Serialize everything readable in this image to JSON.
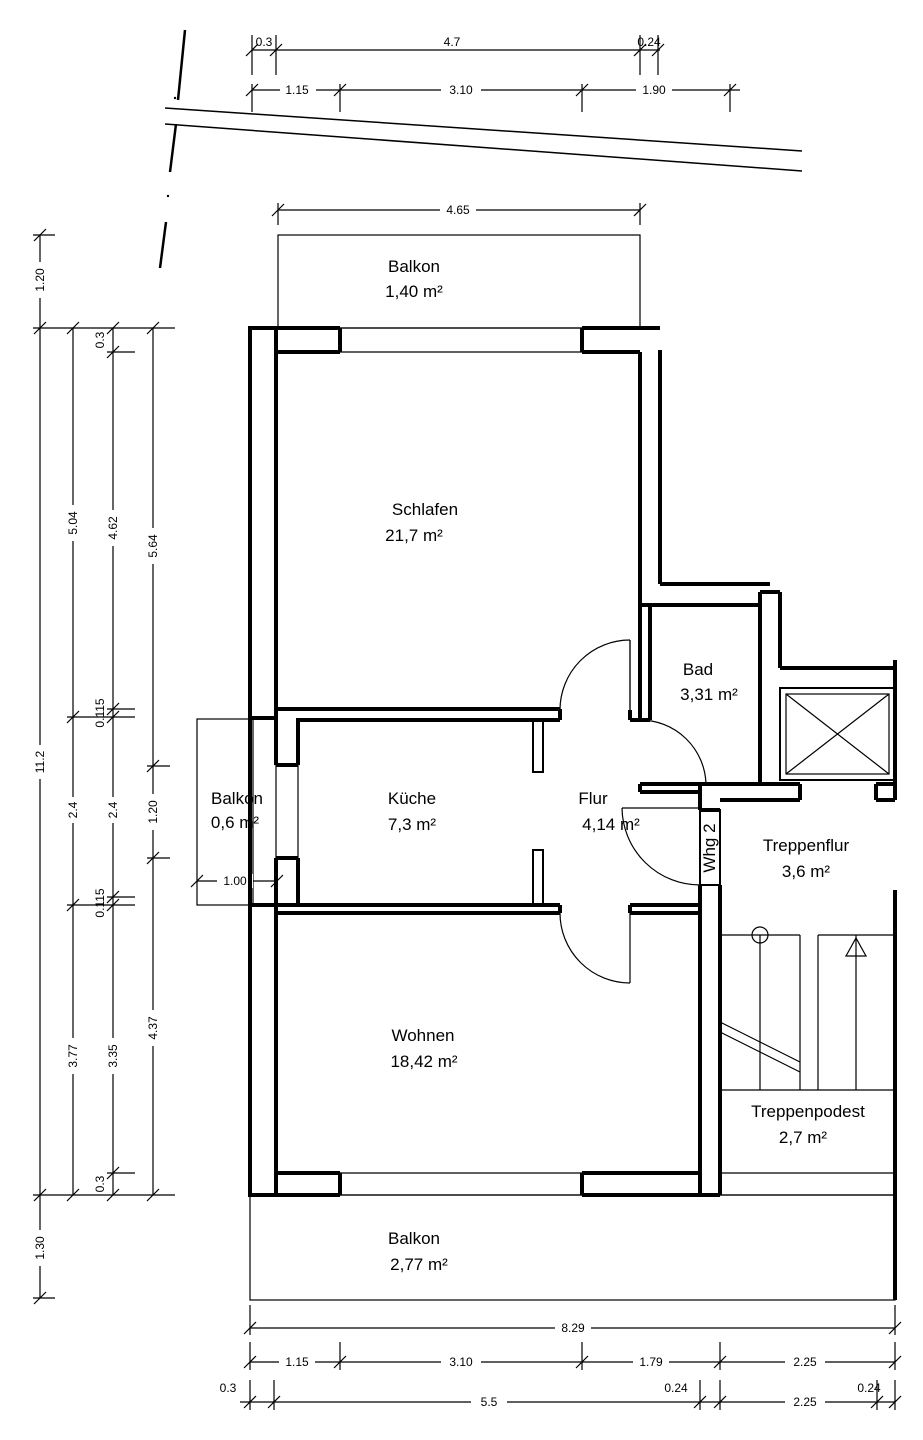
{
  "rooms": {
    "balkon_top": {
      "name": "Balkon",
      "area": "1,40 m²"
    },
    "schlafen": {
      "name": "Schlafen",
      "area": "21,7 m²"
    },
    "bad": {
      "name": "Bad",
      "area": "3,31 m²"
    },
    "balkon_left": {
      "name": "Balkon",
      "area": "0,6 m²"
    },
    "kueche": {
      "name": "Küche",
      "area": "7,3 m²"
    },
    "flur": {
      "name": "Flur",
      "area": "4,14 m²"
    },
    "whg": {
      "name": "Whg 2"
    },
    "treppenflur": {
      "name": "Treppenflur",
      "area": "3,6 m²"
    },
    "wohnen": {
      "name": "Wohnen",
      "area": "18,42 m²"
    },
    "treppenpodest": {
      "name": "Treppenpodest",
      "area": "2,7 m²"
    },
    "balkon_bottom": {
      "name": "Balkon",
      "area": "2,77 m²"
    }
  },
  "dimensions": {
    "top": {
      "row1": [
        "0.3",
        "4.7",
        "0.24"
      ],
      "row2": [
        "1.15",
        "3.10",
        "1.90"
      ],
      "balcony_width": "4.65"
    },
    "left": {
      "col1": [
        "1.20",
        "11.2",
        "1.30"
      ],
      "col2": [
        "5.04",
        "2.4",
        "3.77"
      ],
      "col3": [
        "0.3",
        "4.62",
        "0.115",
        "2.4",
        "0.115",
        "3.35",
        "0.3"
      ],
      "col4": [
        "5.64",
        "1.20",
        "4.37"
      ]
    },
    "balkon_left_width": "1.00",
    "bottom": {
      "total": "8.29",
      "row2": [
        "1.15",
        "3.10",
        "1.79",
        "2.25"
      ],
      "row3": [
        "0.3",
        "5.5",
        "0.24",
        "2.25",
        "0.24"
      ]
    }
  }
}
